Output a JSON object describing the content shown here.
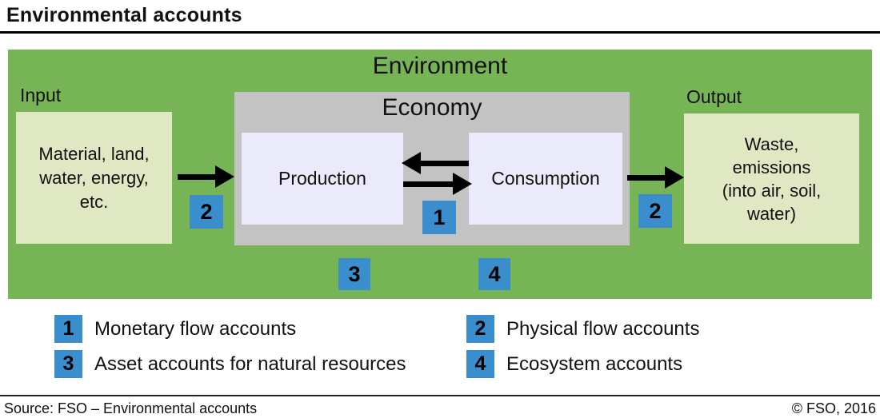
{
  "title": "Environmental accounts",
  "diagram": {
    "environment_label": "Environment",
    "economy_label": "Economy",
    "input_label": "Input",
    "output_label": "Output",
    "input_box_text": "Material, land,\nwater, energy,\netc.",
    "production_label": "Production",
    "consumption_label": "Consumption",
    "output_box_text": "Waste,\nemissions\n(into air, soil,\nwater)",
    "badges": {
      "input_physical_flow": "2",
      "monetary_flow": "1",
      "output_physical_flow": "2",
      "asset": "3",
      "ecosystem": "4"
    }
  },
  "legend": {
    "items": [
      {
        "num": "1",
        "label": "Monetary flow accounts"
      },
      {
        "num": "2",
        "label": "Physical flow accounts"
      },
      {
        "num": "3",
        "label": "Asset accounts for natural resources"
      },
      {
        "num": "4",
        "label": "Ecosystem accounts"
      }
    ]
  },
  "footer": {
    "source": "Source: FSO – Environmental accounts",
    "copyright": "© FSO, 2016"
  },
  "colors": {
    "environment_green": "#77b455",
    "io_box_beige": "#e0e7c3",
    "economy_gray": "#c3c3c3",
    "inner_box_lavender": "#eaeafa",
    "badge_blue": "#3a8ecd",
    "text_black": "#111111"
  }
}
